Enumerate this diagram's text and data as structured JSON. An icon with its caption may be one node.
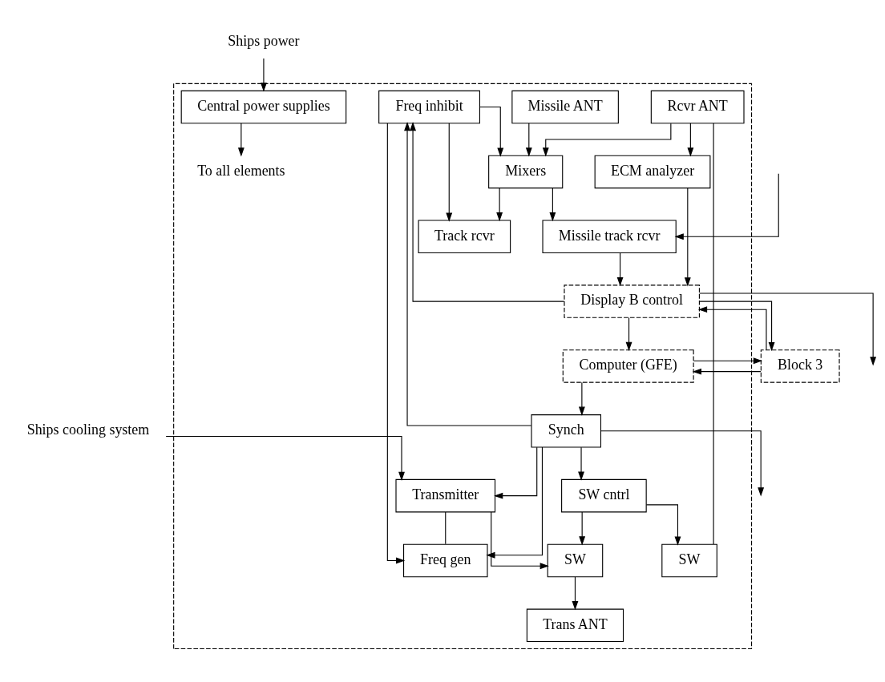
{
  "diagram": {
    "nodes": [
      {
        "text": [],
        "shape": "box"
      },
      {
        "text": [
          "Trans ANT"
        ],
        "in": 0
      },
      {
        "text": [
          "Rcvr ANT"
        ],
        "in": 0
      },
      {
        "text": [
          "Missile ANT"
        ],
        "in": 0
      },
      {
        "text": [
          "SW"
        ],
        "in": 0
      },
      {
        "text": [
          "SW"
        ],
        "in": 0
      },
      {
        "text": [
          "ECM analyzer"
        ],
        "in": 0
      },
      {
        "text": [
          "Ships cooling system"
        ]
      },
      {
        "text": [
          "Transmitter"
        ],
        "in": 0
      },
      {
        "text": [
          "Mixers"
        ],
        "in": 0
      },
      {
        "text": [
          "Missile track rcvr"
        ],
        "in": 0
      },
      {
        "text": [
          "SW cntrl"
        ],
        "in": 0
      },
      {
        "text": [
          "Freq gen"
        ],
        "in": 0
      },
      {
        "text": [
          "Freq inhibit"
        ],
        "in": 0
      },
      {
        "text": [
          "Track rcvr"
        ],
        "in": 0
      },
      {
        "text": [
          "Synch"
        ],
        "in": 0
      },
      {
        "text": [
          "Computer (GFE)"
        ],
        "in": 0
      },
      {
        "text": [
          "Display B control"
        ],
        "in": 0
      },
      {
        "text": [
          "To all elements"
        ],
        "in": 0
      },
      {
        "text": [
          "Central power supplies"
        ],
        "in": 0
      },
      {
        "text": [
          "Ships power"
        ]
      },
      {
        "text": [
          "Block 3"
        ]
      }
    ],
    "edges": [
      {
        "from": 4,
        "to": 1,
        "arrow": "to"
      },
      {
        "from": 2,
        "to": 5,
        "arrow": "none"
      },
      {
        "from": 2,
        "to": 9,
        "arrow": "to"
      },
      {
        "from": 2,
        "to": 6,
        "arrow": "to"
      },
      {
        "from": 3,
        "to": 9,
        "arrow": "to"
      },
      {
        "from": 7,
        "to": 8,
        "arrow": "to"
      },
      {
        "from": 15,
        "to": 8,
        "arrow": "to"
      },
      {
        "from": 8,
        "to": 4,
        "arrow": "to"
      },
      {
        "from": 11,
        "to": 4,
        "arrow": "to"
      },
      {
        "from": 11,
        "to": 5,
        "arrow": "to"
      },
      {
        "from": 8,
        "to": 12,
        "arrow": "none"
      },
      {
        "from": 15,
        "to": 11,
        "arrow": "to"
      },
      {
        "from": 13,
        "to": 12,
        "arrow": "to"
      },
      {
        "from": 13,
        "to": 9,
        "arrow": "to"
      },
      {
        "from": 13,
        "to": 14,
        "arrow": "to"
      },
      {
        "from": 9,
        "to": 10,
        "arrow": "to"
      },
      {
        "from": 9,
        "to": 14,
        "arrow": "to"
      },
      {
        "from": null,
        "to": 10,
        "arrow": "to"
      },
      {
        "from": 6,
        "to": 17,
        "arrow": "to"
      },
      {
        "from": 10,
        "to": 17,
        "arrow": "to"
      },
      {
        "from": 15,
        "to": 12,
        "arrow": "to"
      },
      {
        "from": 15,
        "to": 13,
        "arrow": "to"
      },
      {
        "from": 17,
        "to": 13,
        "arrow": "to"
      },
      {
        "from": 16,
        "to": 15,
        "arrow": "to"
      },
      {
        "from": 17,
        "to": 16,
        "arrow": "to"
      },
      {
        "from": 17,
        "to": null,
        "arrow": "to"
      },
      {
        "from": 15,
        "to": null,
        "arrow": "to"
      },
      {
        "from": 19,
        "to": 18,
        "arrow": "to"
      },
      {
        "from": 20,
        "to": 19,
        "arrow": "to"
      },
      {
        "from": 16,
        "to": 21,
        "arrow": "to"
      },
      {
        "from": 21,
        "to": 16,
        "arrow": "to"
      },
      {
        "from": 17,
        "to": 21,
        "arrow": "to"
      },
      {
        "from": 21,
        "to": 17,
        "arrow": "to"
      }
    ]
  }
}
